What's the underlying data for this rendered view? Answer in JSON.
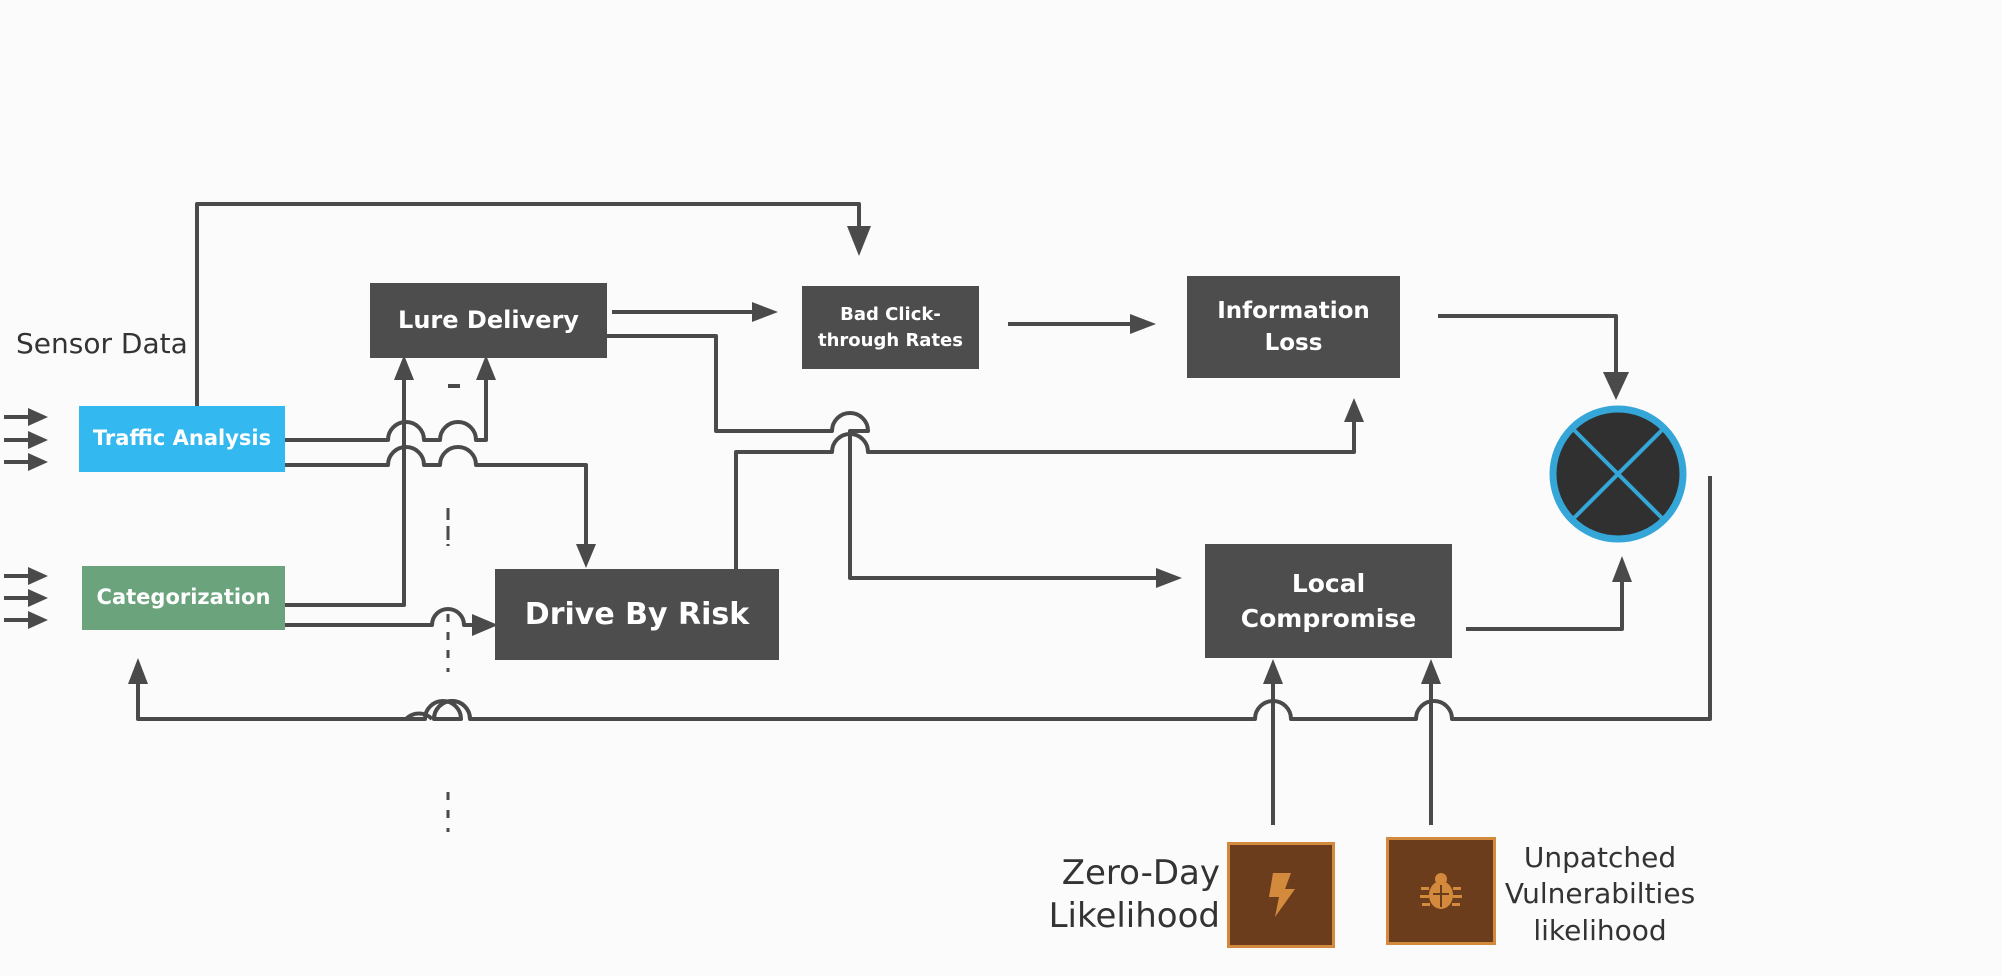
{
  "nodes": {
    "traffic_analysis": "Traffic Analysis",
    "categorization": "Categorization",
    "lure_delivery": "Lure Delivery",
    "drive_by_risk": "Drive By Risk",
    "bad_click_through_rates": "Bad Click-\nthrough Rates",
    "information_loss": "Information\nLoss",
    "local_compromise": "Local\nCompromise"
  },
  "labels": {
    "sensor_data": "Sensor Data",
    "zero_day_likelihood": "Zero-Day\nLikelihood",
    "unpatched_vulnerabilities_likelihood": "Unpatched\nVulnerabilties\nlikelihood"
  },
  "icons": {
    "zero_day": "lightning-icon",
    "unpatched": "bug-icon",
    "combiner": "multiply-icon"
  },
  "colors": {
    "traffic_analysis": "#33b8f0",
    "categorization": "#6aa37c",
    "dark_node": "#4d4d4d",
    "combiner_ring": "#35a6d8",
    "icon_tile": "#6b3d1c",
    "icon_accent": "#d48a3c",
    "line": "#4a4a4a"
  }
}
